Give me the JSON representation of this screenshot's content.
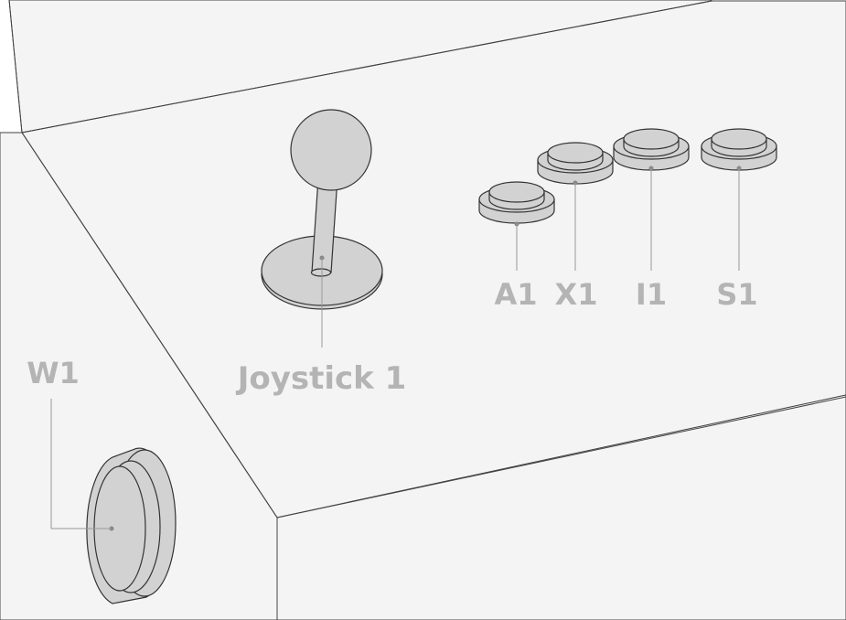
{
  "labels": {
    "joystick": "Joystick 1",
    "button_a": "A1",
    "button_x": "X1",
    "button_i": "I1",
    "button_s": "S1",
    "button_w": "W1"
  },
  "colors": {
    "panel_fill": "#f4f4f4",
    "outline": "#333333",
    "part_fill": "#d2d2d2",
    "label": "#b4b4b4",
    "leader": "#999999"
  }
}
